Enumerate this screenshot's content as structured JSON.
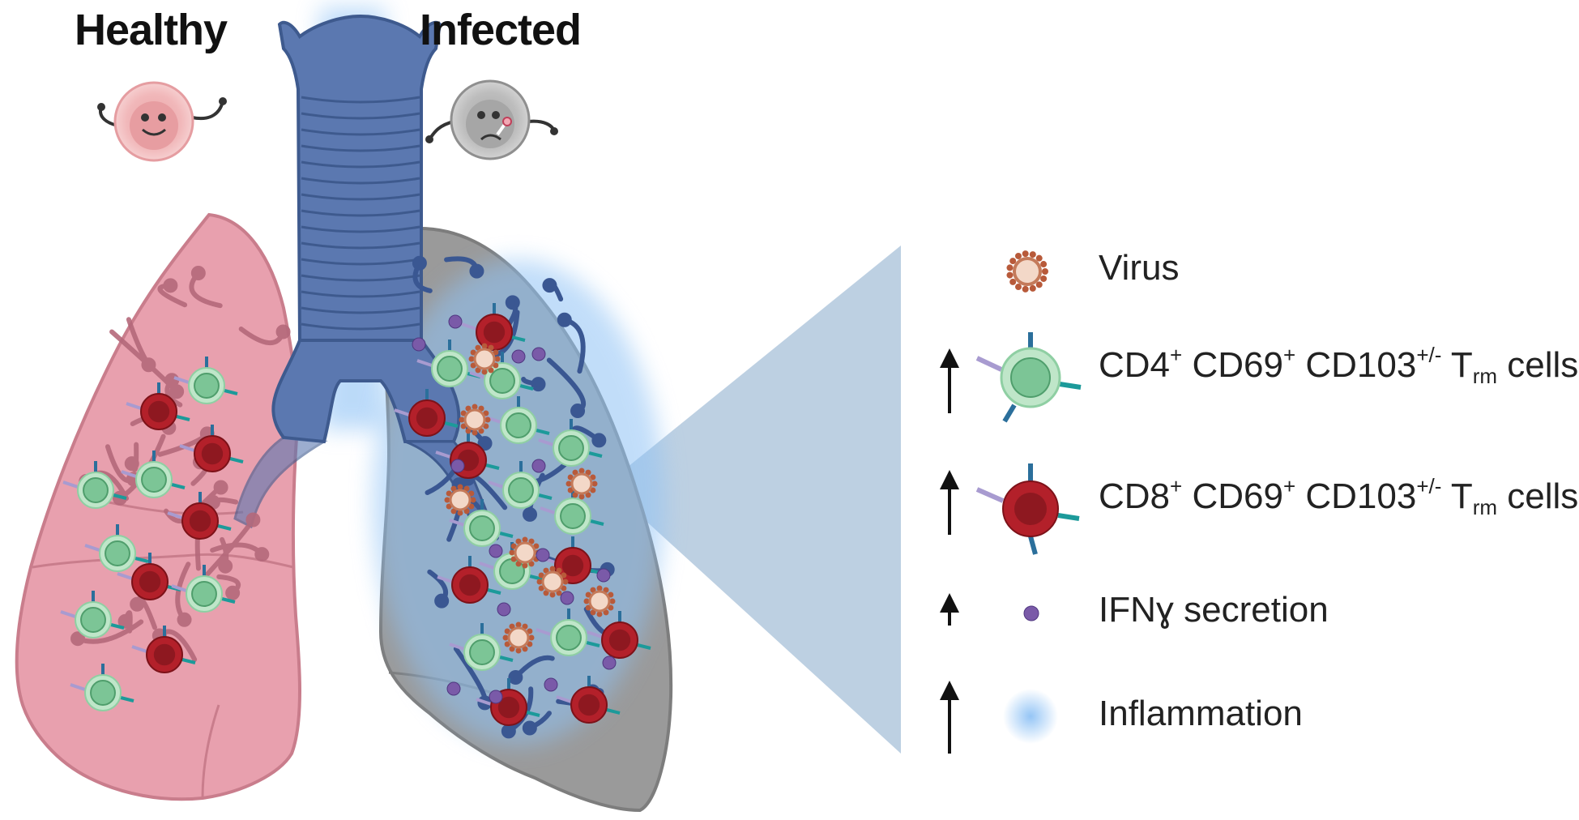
{
  "titles": {
    "healthy": "Healthy",
    "infected": "Infected"
  },
  "legend": {
    "virus": {
      "label": "Virus"
    },
    "cd4": {
      "a": "CD4",
      "a_sup": "+",
      "b": " CD69",
      "b_sup": "+",
      "c": " CD103",
      "c_sup": "+/-",
      "d": " T",
      "d_sub": "rm",
      "e": " cells"
    },
    "cd8": {
      "a": "CD8",
      "a_sup": "+",
      "b": " CD69",
      "b_sup": "+",
      "c": " CD103",
      "c_sup": "+/-",
      "d": " T",
      "d_sub": "rm",
      "e": " cells"
    },
    "ifng": {
      "label": "IFNɣ secretion"
    },
    "inflammation": {
      "label": "Inflammation"
    }
  },
  "colors": {
    "healthy_lung": "#e8a0ae",
    "infected_lung": "#9a9a9a",
    "airway": "#5b78b0",
    "cd4_cell": "#7cc596",
    "cd8_cell": "#b3202a",
    "virus": "#c47a5a",
    "ifng": "#7a5aa8",
    "inflammation": "#8fc2f5",
    "zoom_wedge": "#b9cde0"
  }
}
